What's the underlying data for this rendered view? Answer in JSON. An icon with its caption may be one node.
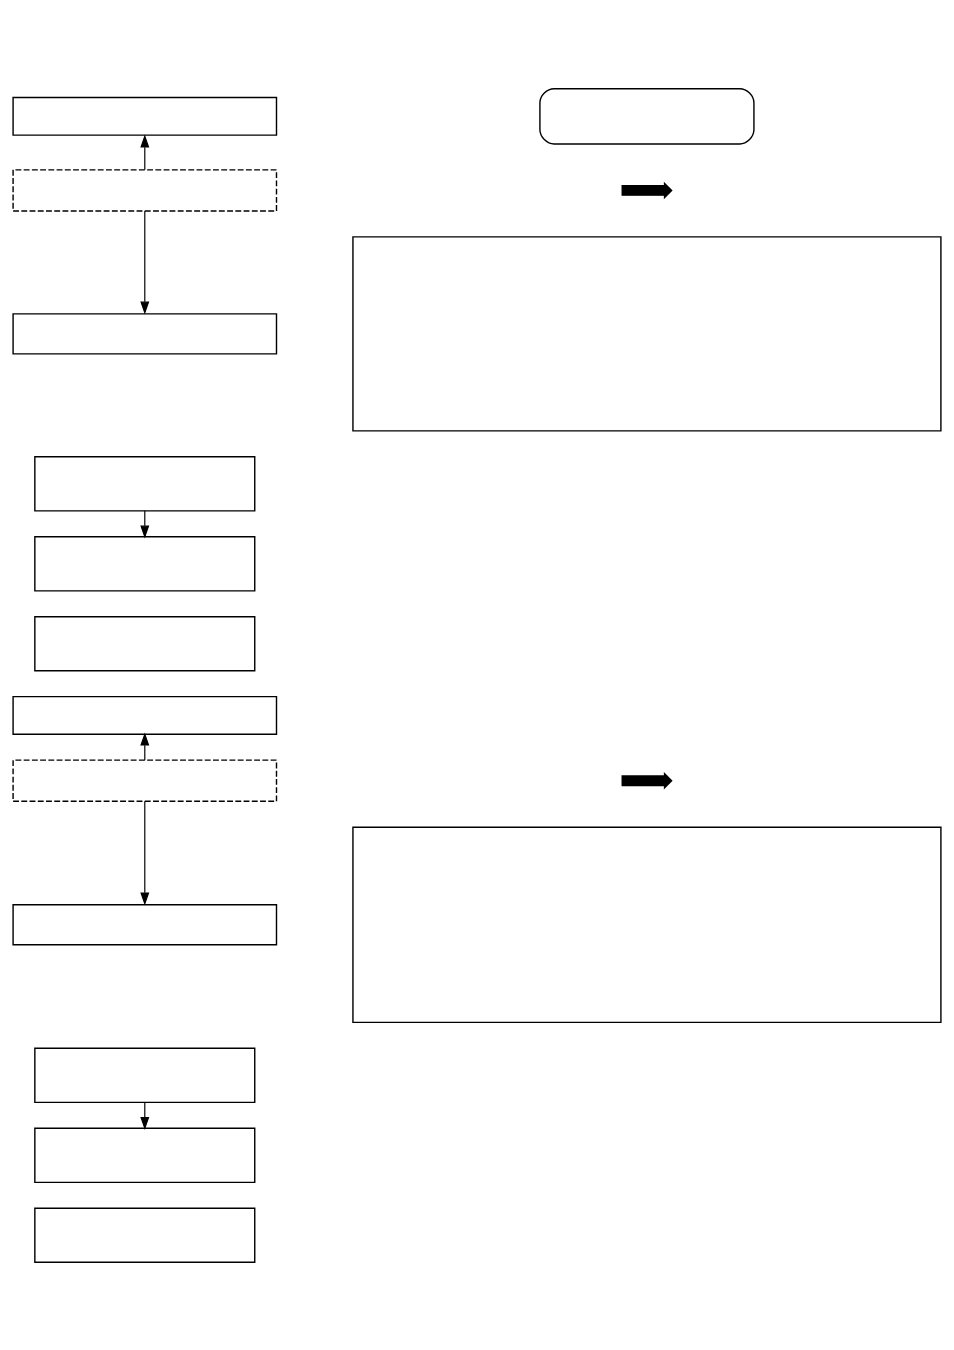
{
  "diagram": {
    "nodes": [
      {
        "text": [],
        "shape": "box"
      },
      {
        "text": [],
        "shape": "box"
      },
      {
        "text": [],
        "shape": "box"
      },
      {
        "text": [],
        "shape": "arrow"
      },
      {
        "text": [],
        "shape": "box"
      },
      {
        "text": [],
        "shape": "box"
      },
      {
        "text": [],
        "shape": "box"
      },
      {
        "text": [],
        "shape": "box"
      },
      {
        "text": [],
        "shape": "box"
      },
      {
        "text": [],
        "shape": "box"
      },
      {
        "text": [],
        "shape": "box"
      },
      {
        "text": [],
        "shape": "arrow"
      },
      {
        "text": [],
        "shape": "box"
      },
      {
        "text": [],
        "shape": "box"
      },
      {
        "text": [],
        "shape": "box"
      },
      {
        "text": [],
        "shape": "box"
      },
      {
        "text": [],
        "shape": "box"
      }
    ],
    "edges": [
      {
        "from": 2,
        "to": 1,
        "arrow": "to"
      },
      {
        "from": 2,
        "to": 4,
        "arrow": "to"
      },
      {
        "from": 6,
        "to": 7,
        "arrow": "to"
      },
      {
        "from": 10,
        "to": 9,
        "arrow": "to"
      },
      {
        "from": 10,
        "to": 13,
        "arrow": "to"
      },
      {
        "from": 14,
        "to": 15,
        "arrow": "to"
      }
    ]
  }
}
